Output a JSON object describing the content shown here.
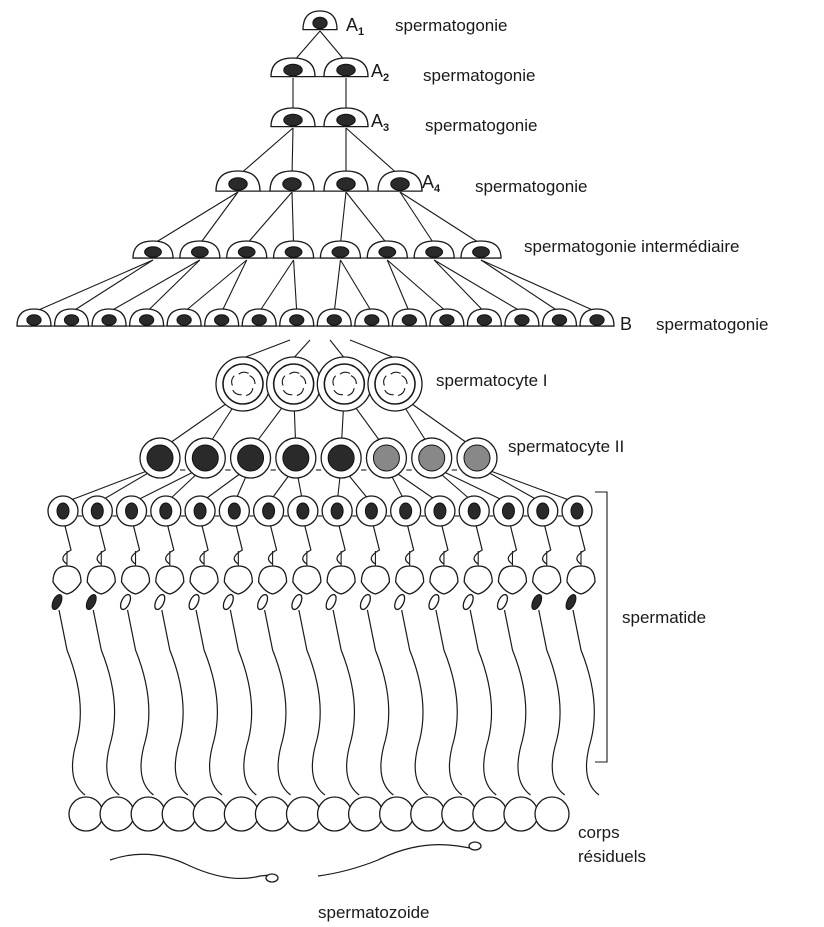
{
  "labels": {
    "a1_code": "A",
    "a1_sub": "1",
    "a1_name": "spermatogonie",
    "a2_code": "A",
    "a2_sub": "2",
    "a2_name": "spermatogonie",
    "a3_code": "A",
    "a3_sub": "3",
    "a3_name": "spermatogonie",
    "a4_code": "A",
    "a4_sub": "4",
    "a4_name": "spermatogonie",
    "intermediate_name": "spermatogonie intermédiaire",
    "b_code": "B",
    "b_name": "spermatogonie",
    "spermatocyte1": "spermatocyte I",
    "spermatocyte2": "spermatocyte II",
    "spermatide": "spermatide",
    "residual_line1": "corps",
    "residual_line2": "résiduels",
    "spermatozoide": "spermatozoide"
  },
  "rows": {
    "a1": 1,
    "a2": 2,
    "a3": 2,
    "a4": 4,
    "intermediate": 8,
    "b": 16,
    "spermatocyte1": 4,
    "spermatocyte2": 8,
    "spermatide": 16,
    "residual_bodies": 16,
    "spermatozoa": 2
  }
}
